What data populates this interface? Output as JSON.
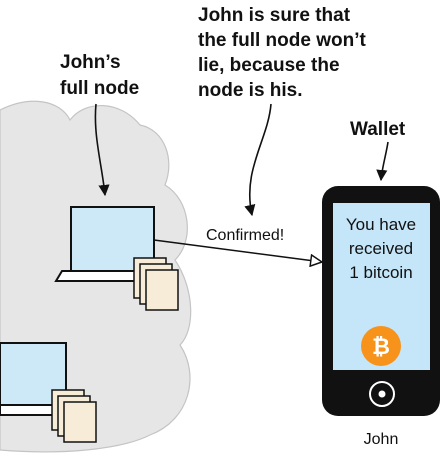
{
  "labels": {
    "full_node_line1": "John’s",
    "full_node_line2": "full node",
    "note_line1": "John is sure that",
    "note_line2": "the full node won’t",
    "note_line3": "lie, because the",
    "note_line4": "node is his.",
    "wallet": "Wallet",
    "confirmed": "Confirmed!",
    "owner": "John"
  },
  "phone": {
    "message_line1": "You have",
    "message_line2": "received",
    "message_line3": "1 bitcoin",
    "coin_symbol": "₿"
  },
  "colors": {
    "cloud_fill": "#e6e6e6",
    "screen_fill": "#c5e5f8",
    "laptop_screen": "#cde9f8",
    "coin": "#f7931a",
    "phone_body": "#111111"
  },
  "icons": [
    "cloud-icon",
    "laptop-icon",
    "document-stack-icon",
    "smartphone-icon",
    "bitcoin-icon"
  ]
}
